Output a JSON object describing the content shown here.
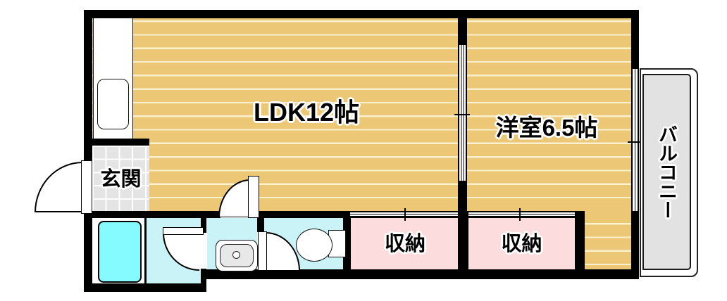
{
  "colors": {
    "wall": "#000000",
    "floor": "#ecc876",
    "floor_stripe": "#f8f0cf",
    "tile": "#e4e4e4",
    "tile_line": "#ffffff",
    "balcony": "#e2e2e2",
    "wet": "#c9f3f6",
    "bathtub": "#85fbff",
    "closet": "#fcdcdc"
  },
  "rooms": {
    "ldk": {
      "label": "LDK12帖"
    },
    "western_room": {
      "label": "洋室6.5帖"
    },
    "balcony": {
      "label": "バルコニー"
    },
    "entrance": {
      "label": "玄関"
    },
    "storage_left": {
      "label": "収納"
    },
    "storage_right": {
      "label": "収納"
    }
  }
}
